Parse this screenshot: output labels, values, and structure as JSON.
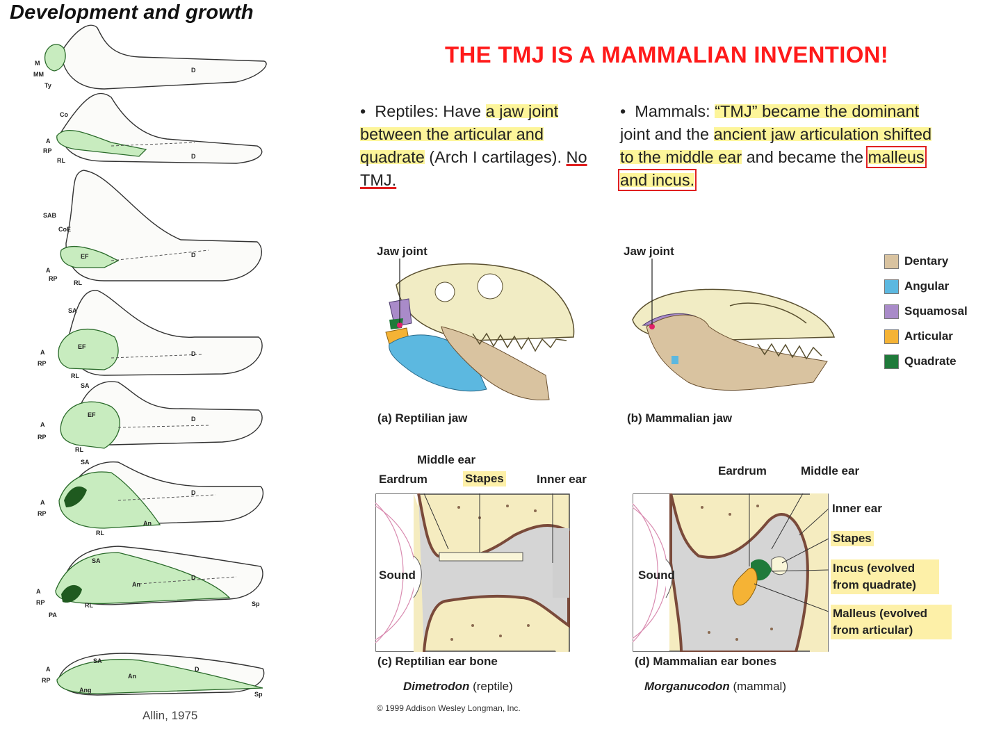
{
  "left_panel": {
    "title": "Development and growth",
    "credit": "Allin, 1975",
    "stage_labels": {
      "s1": [
        "M",
        "MM",
        "Ty",
        "D"
      ],
      "s2": [
        "Co",
        "A",
        "RP",
        "RL",
        "D"
      ],
      "s3": [
        "SAB",
        "CoE",
        "EF",
        "A",
        "RP",
        "RL",
        "D"
      ],
      "s4": [
        "SA",
        "A",
        "RP",
        "EF",
        "RL",
        "D"
      ],
      "s5": [
        "SA",
        "EF",
        "A",
        "RP",
        "RL",
        "D"
      ],
      "s6": [
        "SA",
        "A",
        "RP",
        "RL",
        "An",
        "D"
      ],
      "s7": [
        "SA",
        "An",
        "A",
        "RP",
        "PA",
        "RL",
        "D",
        "Sp"
      ],
      "s8": [
        "A",
        "RP",
        "SA",
        "An",
        "Ang",
        "D",
        "Sp"
      ]
    }
  },
  "header": {
    "title": "THE TMJ IS A MAMMALIAN INVENTION!"
  },
  "bullets": {
    "reptiles": {
      "marker": "•",
      "t1": "Reptiles: Have ",
      "t2": "a jaw joint between the articular and quadrate",
      "t3": " (Arch I cartilages). ",
      "t4": "No TMJ."
    },
    "mammals": {
      "marker": "•",
      "t1": "Mammals:  ",
      "t2": "“TMJ” became the dominant",
      "t3": " joint and the ",
      "t4": "ancient jaw articulation shifted to the middle ear",
      "t5": " and became the ",
      "t6": "malleus and incus."
    }
  },
  "jaws": {
    "reptile": {
      "joint_label": "Jaw joint",
      "caption": "(a) Reptilian jaw"
    },
    "mammal": {
      "joint_label": "Jaw joint",
      "caption": "(b) Mammalian jaw"
    }
  },
  "legend": [
    {
      "label": "Dentary",
      "color": "#d9c3a0"
    },
    {
      "label": "Angular",
      "color": "#5cb8e0"
    },
    {
      "label": "Squamosal",
      "color": "#a98bc9"
    },
    {
      "label": "Articular",
      "color": "#f5b335"
    },
    {
      "label": "Quadrate",
      "color": "#1f7a3a"
    }
  ],
  "ears": {
    "reptile": {
      "middle_ear": "Middle ear",
      "eardrum": "Eardrum",
      "stapes": "Stapes",
      "inner_ear": "Inner ear",
      "sound": "Sound",
      "caption": "(c) Reptilian ear bone",
      "species": "Dimetrodon",
      "species_note": " (reptile)"
    },
    "mammal": {
      "eardrum": "Eardrum",
      "middle_ear": "Middle ear",
      "inner_ear": "Inner ear",
      "stapes": "Stapes",
      "incus": "Incus (evolved from quadrate)",
      "malleus": "Malleus (evolved from articular)",
      "sound": "Sound",
      "caption": "(d) Mammalian ear bones",
      "species": "Morganucodon",
      "species_note": " (mammal)"
    }
  },
  "copyright": "© 1999 Addison Wesley Longman, Inc.",
  "colors": {
    "title_red": "#ff1a1a",
    "highlight": "#fdf59a",
    "jaw_green": "#cfeec9",
    "skull": "#f1ecc4",
    "bone_tan": "#d9c3a0",
    "bone_marrow": "#f5ecc0"
  }
}
